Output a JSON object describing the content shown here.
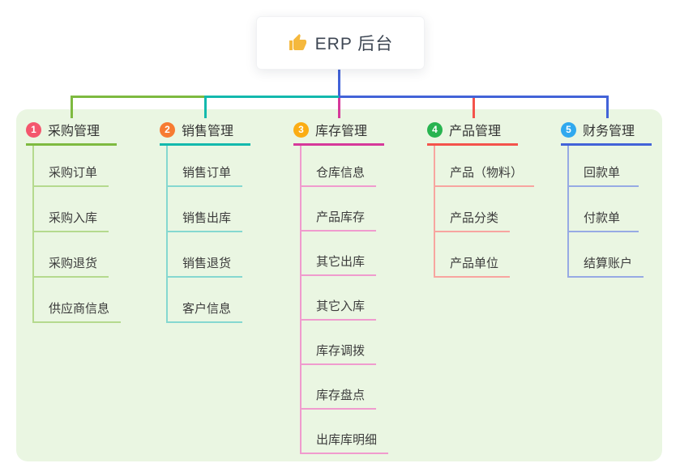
{
  "root": {
    "label": "ERP 后台",
    "icon": "thumbs-up-icon",
    "icon_color": "#f5b83d"
  },
  "panel_color": "#eaf6e2",
  "branches": [
    {
      "number": "1",
      "label": "采购管理",
      "badge_color": "#f4566d",
      "line_color": "#7eba40",
      "light_line_color": "#b5da8e",
      "children": [
        "采购订单",
        "采购入库",
        "采购退货",
        "供应商信息"
      ]
    },
    {
      "number": "2",
      "label": "销售管理",
      "badge_color": "#f77b32",
      "line_color": "#13b9ad",
      "light_line_color": "#85d8d0",
      "children": [
        "销售订单",
        "销售出库",
        "销售退货",
        "客户信息"
      ]
    },
    {
      "number": "3",
      "label": "库存管理",
      "badge_color": "#fbad14",
      "line_color": "#d6399a",
      "light_line_color": "#f09bce",
      "children": [
        "仓库信息",
        "产品库存",
        "其它出库",
        "其它入库",
        "库存调拨",
        "库存盘点",
        "出库库明细"
      ]
    },
    {
      "number": "4",
      "label": "产品管理",
      "badge_color": "#28b450",
      "line_color": "#f4534b",
      "light_line_color": "#f8a5a0",
      "children": [
        "产品（物料）",
        "产品分类",
        "产品单位"
      ]
    },
    {
      "number": "5",
      "label": "财务管理",
      "badge_color": "#30a9ef",
      "line_color": "#4263d8",
      "light_line_color": "#97aae4",
      "children": [
        "回款单",
        "付款单",
        "结算账户"
      ]
    }
  ],
  "root_line_color": "#4263d8"
}
